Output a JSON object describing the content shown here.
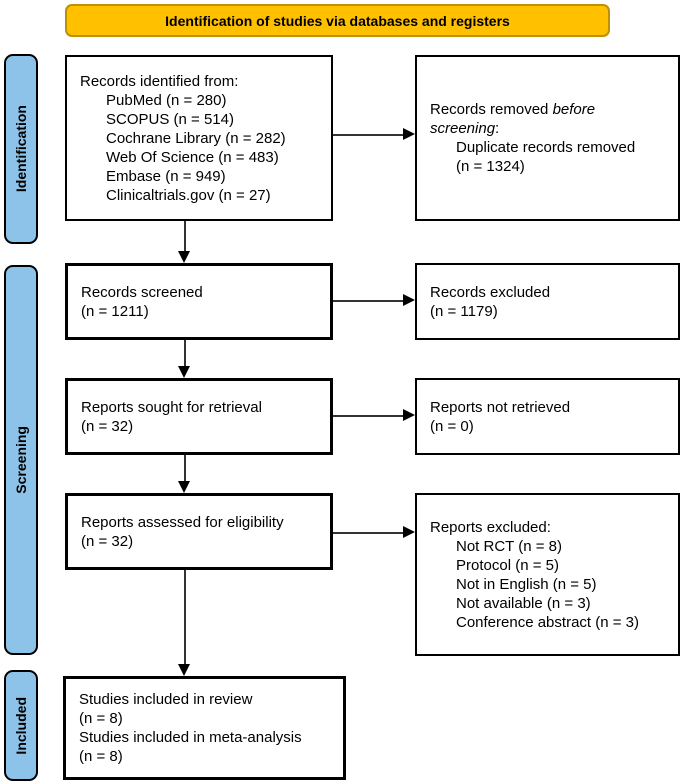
{
  "colors": {
    "banner_bg": "#FFC000",
    "banner_border": "#BF9000",
    "stage_ribbon_bg": "#8DC3E8",
    "box_border": "#000000"
  },
  "banner": {
    "label": "Identification of studies via databases and registers"
  },
  "stages": [
    {
      "label": "Identification"
    },
    {
      "label": "Screening"
    },
    {
      "label": "Included"
    }
  ],
  "boxes": {
    "identified": {
      "title": "Records identified from:",
      "items": [
        "PubMed (n = 280)",
        "SCOPUS (n = 514)",
        "Cochrane Library (n = 282)",
        "Web Of Science (n = 483)",
        "Embase (n = 949)",
        "Clinicaltrials.gov (n = 27)"
      ]
    },
    "removed": {
      "prefix": "Records removed ",
      "italic": "before screening",
      "suffix": ":",
      "items": [
        "Duplicate records removed",
        "(n = 1324)"
      ]
    },
    "screened": {
      "lines": [
        "Records screened",
        "(n = 1211)"
      ]
    },
    "records_excluded": {
      "lines": [
        "Records excluded",
        "(n = 1179)"
      ]
    },
    "sought": {
      "lines": [
        "Reports sought for retrieval",
        "(n = 32)"
      ]
    },
    "not_retrieved": {
      "lines": [
        "Reports not retrieved",
        "(n = 0)"
      ]
    },
    "assessed": {
      "lines": [
        "Reports assessed for eligibility",
        "(n = 32)"
      ]
    },
    "reports_excluded": {
      "title": "Reports excluded:",
      "items": [
        "Not RCT (n = 8)",
        "Protocol (n = 5)",
        "Not in English (n = 5)",
        "Not available (n = 3)",
        "Conference abstract (n = 3)"
      ]
    },
    "included": {
      "lines": [
        "Studies included in review",
        "(n = 8)",
        "Studies included in meta-analysis",
        "(n = 8)"
      ]
    }
  }
}
